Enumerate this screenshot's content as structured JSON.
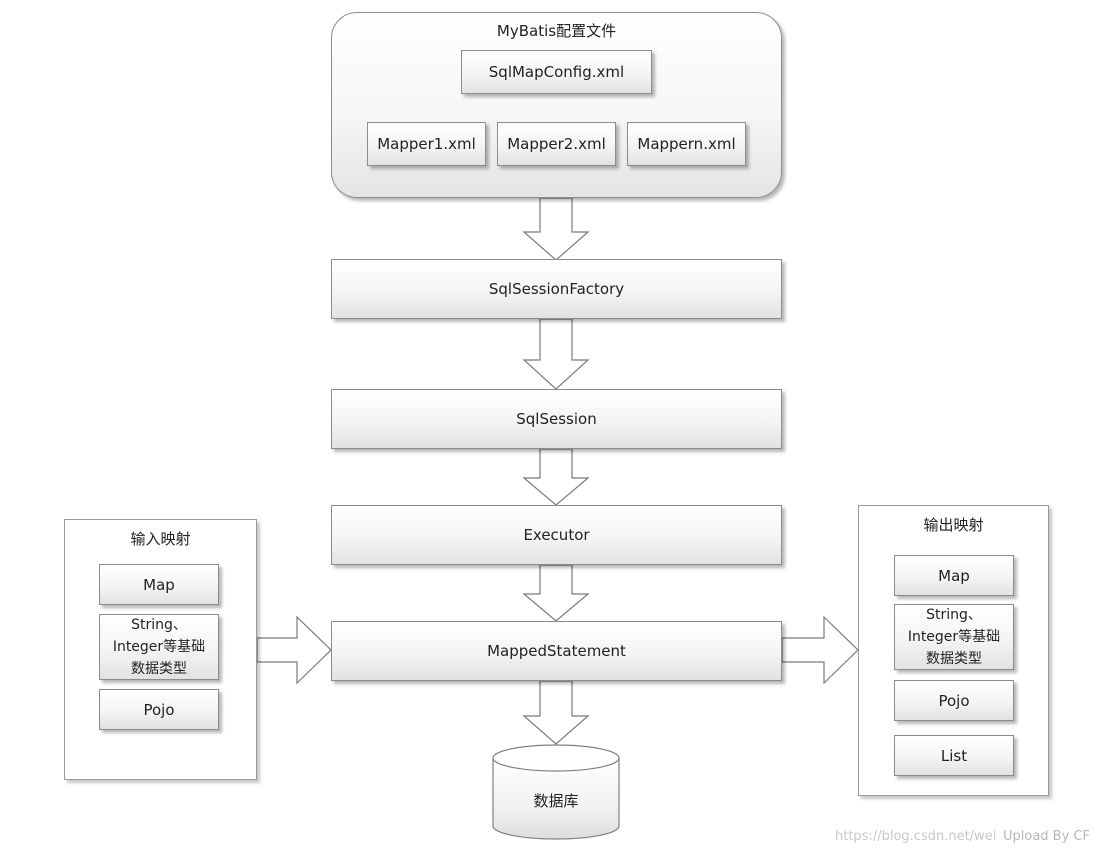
{
  "config": {
    "title": "MyBatis配置文件",
    "main_file": "SqlMapConfig.xml",
    "mappers": [
      "Mapper1.xml",
      "Mapper2.xml",
      "Mappern.xml"
    ]
  },
  "flow": {
    "factory": "SqlSessionFactory",
    "session": "SqlSession",
    "executor": "Executor",
    "statement": "MappedStatement",
    "database": "数据库"
  },
  "input_mapping": {
    "title": "输入映射",
    "map": "Map",
    "basic_line1": "String、",
    "basic_line2": "Integer等基础",
    "basic_line3": "数据类型",
    "pojo": "Pojo"
  },
  "output_mapping": {
    "title": "输出映射",
    "map": "Map",
    "basic_line1": "String、",
    "basic_line2": "Integer等基础",
    "basic_line3": "数据类型",
    "pojo": "Pojo",
    "list": "List"
  },
  "watermark": {
    "url": "https://blog.csdn.net/wei",
    "upload": "Upload By CF"
  },
  "colors": {
    "border": "#8c8c8c",
    "arrow_fill": "#ffffff",
    "arrow_stroke": "#7a7a7a"
  }
}
